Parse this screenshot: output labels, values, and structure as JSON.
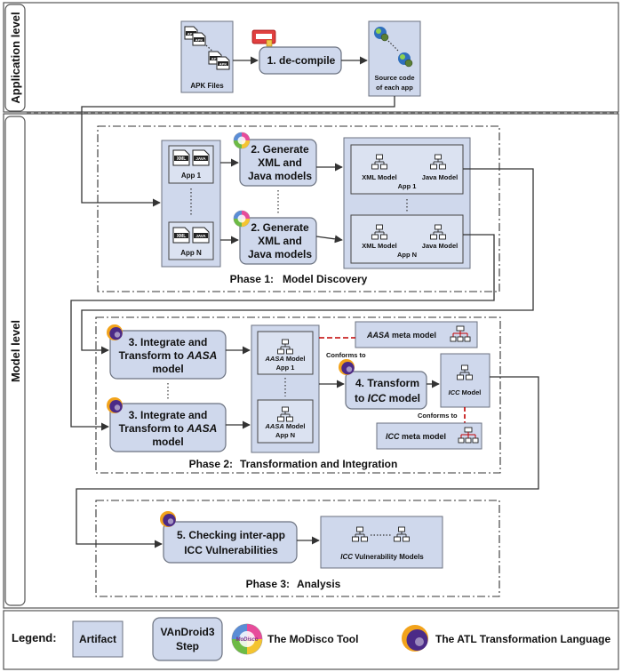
{
  "levels": {
    "application": "Application level",
    "model": "Model level"
  },
  "app_level": {
    "apk_label": "APK Files",
    "decompile_step": "1. de-compile",
    "source_line1": "Source code",
    "source_line2": "of each app"
  },
  "phase1": {
    "app1": "App 1",
    "appN": "App N",
    "gen1": [
      "2. Generate",
      "XML and",
      "Java models"
    ],
    "gen2": [
      "2. Generate",
      "XML and",
      "Java models"
    ],
    "xml_model": "XML Model",
    "java_model": "Java Model",
    "out_app1": "App 1",
    "out_appN": "App N",
    "phase_title": "Phase 1:",
    "phase_name": "Model Discovery"
  },
  "phase2": {
    "int1": [
      "3. Integrate and",
      "Transform to",
      "AASA",
      "model"
    ],
    "int2": [
      "3. Integrate and",
      "Transform to",
      "AASA",
      "model"
    ],
    "aasa_model_word": "AASA",
    "model_word": "Model",
    "app1": "App 1",
    "appN": "App N",
    "aasa_meta_aasa": "AASA",
    "aasa_meta_rest": "meta model",
    "conforms_to": "Conforms to",
    "transform_line1": "4. Transform",
    "transform_to": "to",
    "transform_icc": "ICC",
    "transform_model": "model",
    "icc_word": "ICC",
    "icc_model_rest": "Model",
    "icc_meta_rest": "meta model",
    "phase_title": "Phase 2:",
    "phase_name": "Transformation and Integration"
  },
  "phase3": {
    "check_line1": "5. Checking inter-app",
    "check_line2": "ICC Vulnerabilities",
    "icc_word": "ICC",
    "vuln_rest": "Vulnerability Models",
    "phase_title": "Phase 3:",
    "phase_name": "Analysis"
  },
  "legend": {
    "title": "Legend:",
    "artifact": "Artifact",
    "step_line1": "VAnDroid3",
    "step_line2": "Step",
    "modisco_tool": "The MoDisco Tool",
    "atl": "The ATL Transformation Language",
    "modisco_logo_text": "MoDisco"
  },
  "icons": [
    "apk-file-icon",
    "java-source-icon",
    "decompile-tool-icon",
    "xml-file-icon",
    "java-file-icon",
    "model-tree-icon",
    "modisco-logo-icon",
    "atl-logo-icon"
  ],
  "colors": {
    "artifact_fill": "#cfd8ec",
    "conforms_line": "#c00000",
    "atl_purple": "#4b2a87",
    "atl_orange": "#f2a31b"
  }
}
